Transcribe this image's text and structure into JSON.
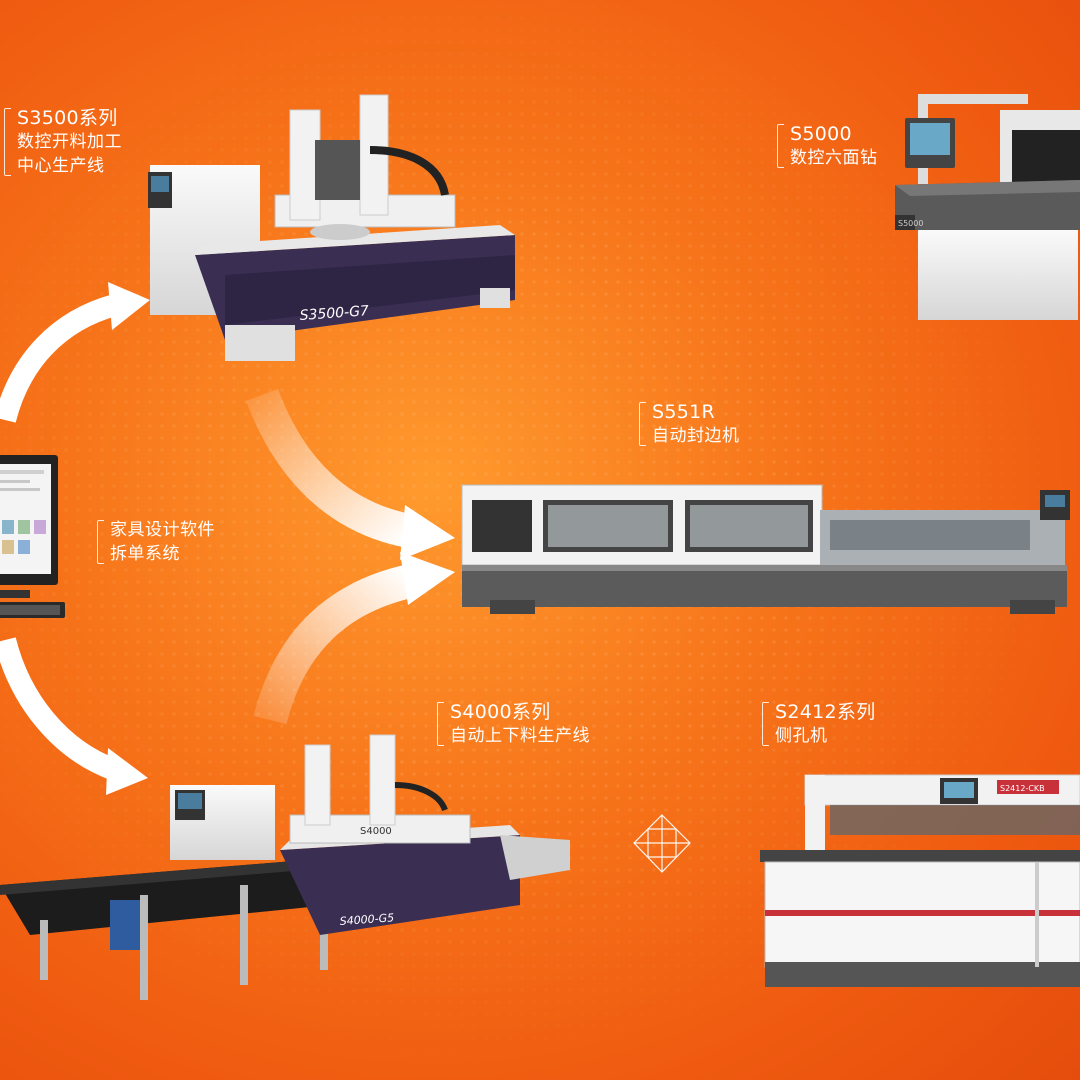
{
  "labels": {
    "s3500": {
      "model": "S3500系列",
      "desc1": "数控开料加工",
      "desc2": "中心生产线"
    },
    "s5000": {
      "model": "S5000",
      "desc1": "数控六面钻"
    },
    "s551r": {
      "model": "S551R",
      "desc1": "自动封边机"
    },
    "software": {
      "desc1": "家具设计软件",
      "desc2": "拆单系统"
    },
    "s4000": {
      "model": "S4000系列",
      "desc1": "自动上下料生产线"
    },
    "s2412": {
      "model": "S2412系列",
      "desc1": "侧孔机"
    }
  },
  "machine_plates": {
    "s3500": "S3500-G7",
    "s4000_head": "S4000",
    "s4000_base": "S4000-G5",
    "s5000": "S5000",
    "s2412": "S2412-CKB"
  },
  "colors": {
    "background": "#f26a15",
    "arrow": "#ffffff",
    "machine_dark": "#3a2f52",
    "machine_white": "#f2f2f2"
  }
}
